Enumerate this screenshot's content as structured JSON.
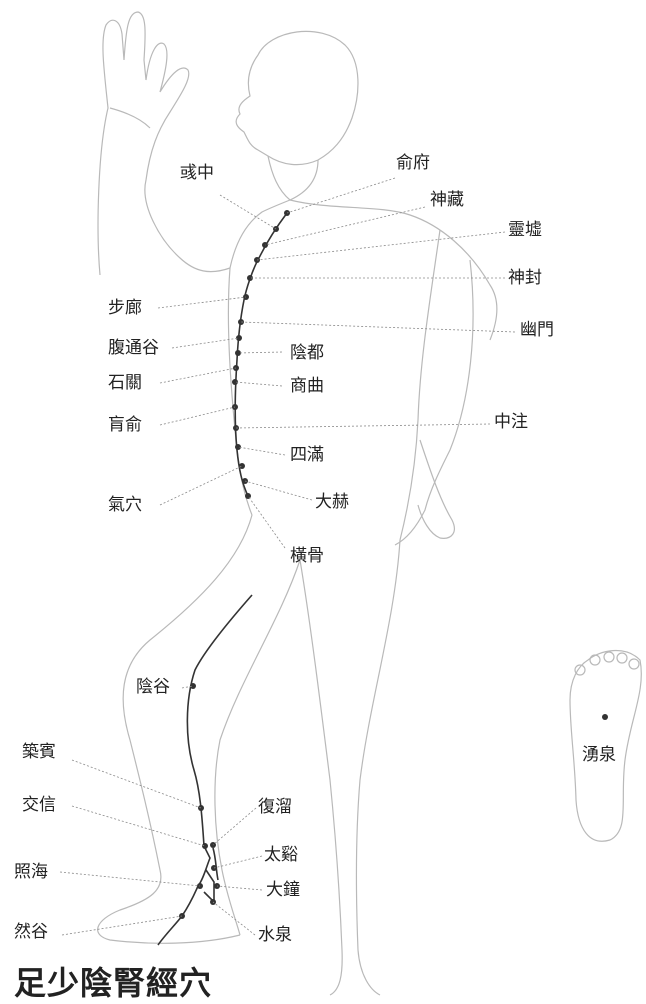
{
  "title": "足少陰腎經穴",
  "points": {
    "yuzhong": "彧中",
    "shufu": "俞府",
    "shencang": "神藏",
    "lingxu": "靈墟",
    "shenfeng": "神封",
    "bulang": "步廊",
    "youmen": "幽門",
    "futonggu": "腹通谷",
    "yindu": "陰都",
    "shiguan": "石關",
    "shangqu": "商曲",
    "huangshu": "肓俞",
    "zhongzhu": "中注",
    "siman": "四滿",
    "qixue": "氣穴",
    "dahe": "大赫",
    "henggu": "橫骨",
    "yingu": "陰谷",
    "zhubin": "築賓",
    "jiaoxin": "交信",
    "fuliu": "復溜",
    "zhaohai": "照海",
    "taixi": "太谿",
    "dazhong": "大鐘",
    "rangu": "然谷",
    "shuiquan": "水泉",
    "yongquan": "湧泉"
  }
}
